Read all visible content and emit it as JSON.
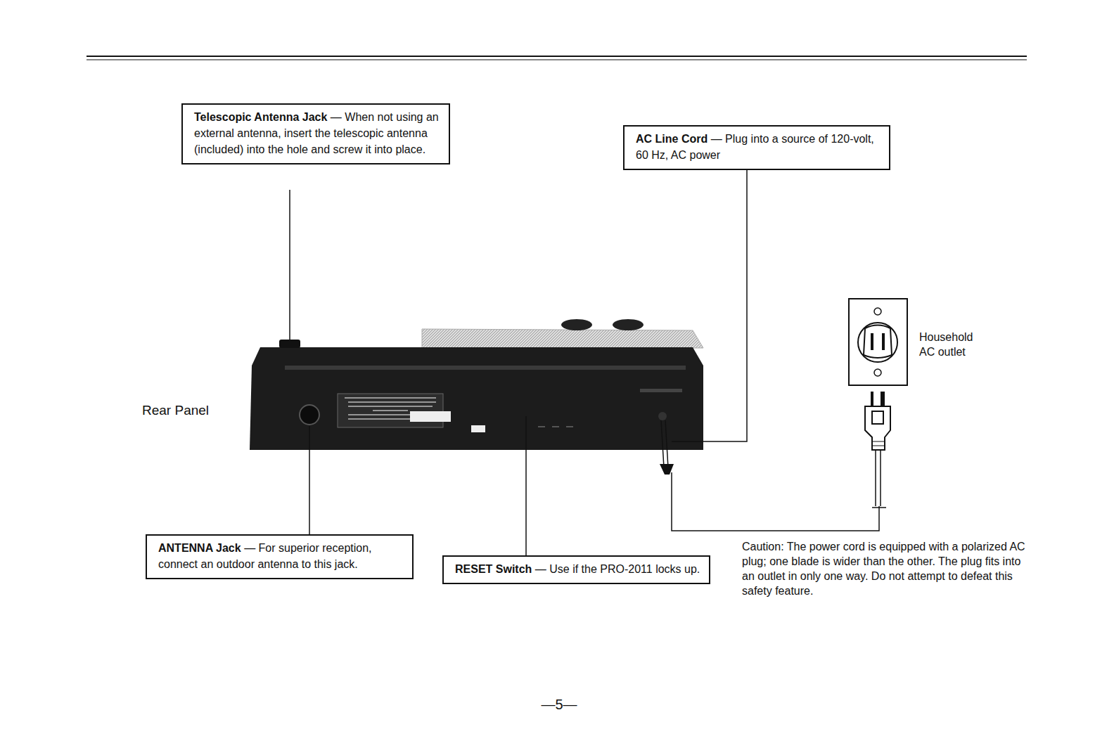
{
  "diagram": {
    "nodes": [
      {
        "text": [
          "Telescopic Antenna Jack",
          "— When not using an external antenna, insert the telescopic antenna (included) into the hole and screw it into place."
        ]
      },
      {
        "text": [
          "AC Line Cord",
          "— Plug into a source of 120-volt, 60 Hz, AC power"
        ]
      },
      {
        "text": [
          "ANTENNA Jack",
          "— For superior reception, connect an outdoor antenna to this jack."
        ]
      },
      {
        "text": [
          "RESET Switch",
          "— Use if the PRO-2011 locks up."
        ]
      }
    ],
    "labels": [
      "Rear Panel",
      "Household AC outlet",
      "Caution: The power cord is equipped with a polarized AC plug; one blade is wider than the other. The plug fits into an outlet in only one way. Do not attempt to defeat this safety feature.",
      "—5—"
    ]
  }
}
